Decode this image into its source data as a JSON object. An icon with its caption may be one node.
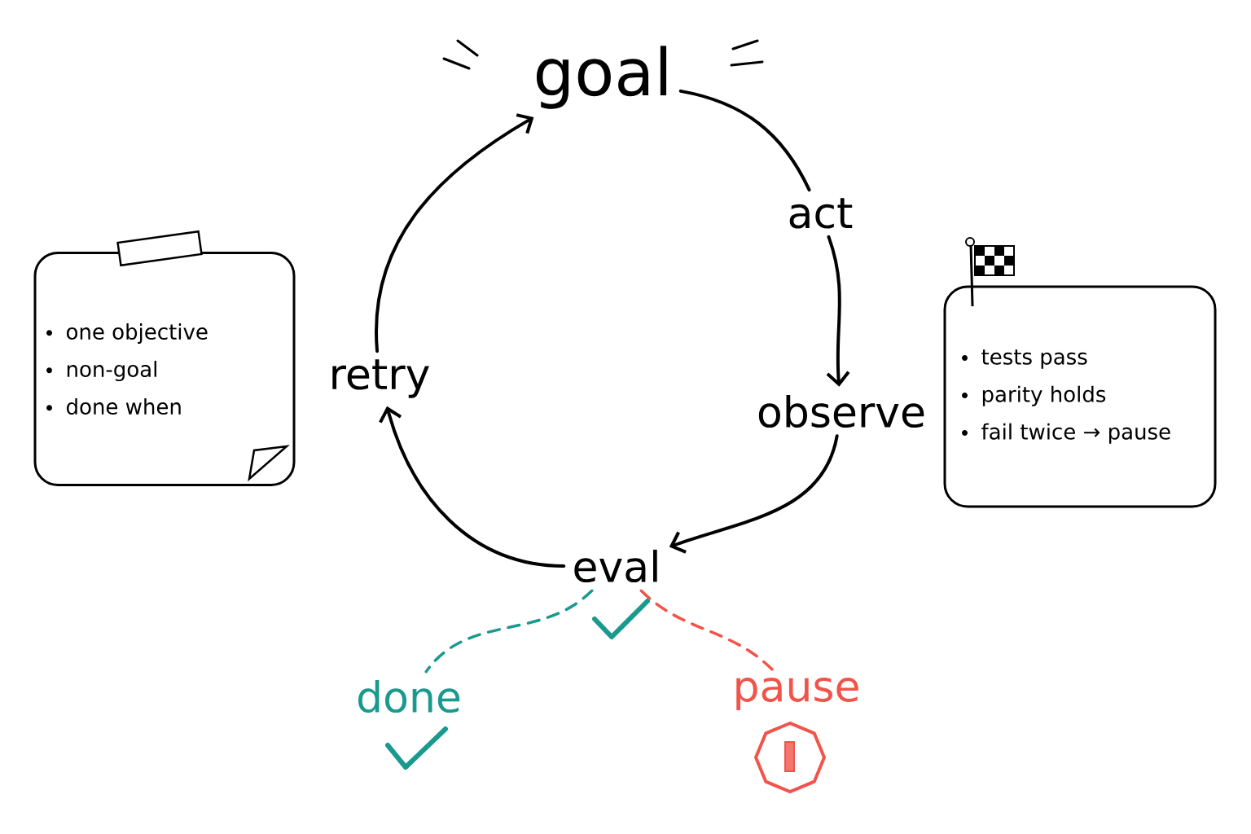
{
  "diagram": {
    "nodes": [
      {
        "text": [
          "goal"
        ]
      },
      {
        "text": [
          "act"
        ]
      },
      {
        "text": [
          "observe"
        ]
      },
      {
        "text": [
          "eval"
        ]
      },
      {
        "text": [
          "retry"
        ]
      },
      {
        "text": [
          "done"
        ]
      },
      {
        "text": [
          "pause"
        ]
      },
      {
        "text": [
          "one objective",
          "non-goal",
          "done when"
        ]
      },
      {
        "text": [
          "tests pass",
          "parity holds",
          "fail twice → pause"
        ]
      }
    ],
    "edges": [
      {
        "from": 0,
        "to": 1,
        "arrow": "none"
      },
      {
        "from": 1,
        "to": 2,
        "arrow": "to"
      },
      {
        "from": 2,
        "to": 3,
        "arrow": "to"
      },
      {
        "from": 3,
        "to": 4,
        "arrow": "to"
      },
      {
        "from": 4,
        "to": 0,
        "arrow": "to"
      },
      {
        "from": 3,
        "to": 5,
        "arrow": "none",
        "style": "dashed",
        "color": "#1a9a8f"
      },
      {
        "from": 3,
        "to": 6,
        "arrow": "none",
        "style": "dashed",
        "color": "#f0544a"
      }
    ]
  }
}
